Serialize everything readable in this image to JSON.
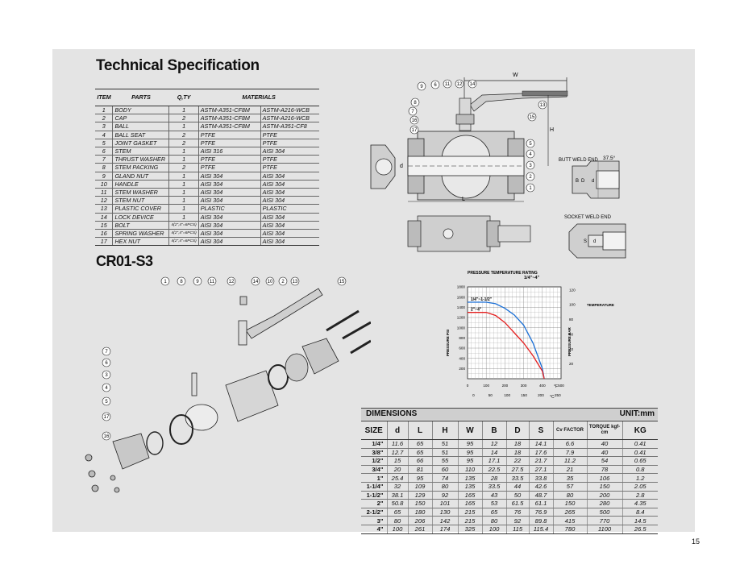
{
  "page": {
    "title": "Technical Specification",
    "model": "CR01-S3",
    "page_number": "15"
  },
  "parts_table": {
    "headers": [
      "ITEM",
      "PARTS",
      "Q,TY",
      "MATERIALS"
    ],
    "rows": [
      [
        "1",
        "BODY",
        "1",
        "ASTM-A351-CF8M",
        "ASTM-A216-WCB"
      ],
      [
        "2",
        "CAP",
        "2",
        "ASTM-A351-CF8M",
        "ASTM-A216-WCB"
      ],
      [
        "3",
        "BALL",
        "1",
        "ASTM-A351-CF8M",
        "ASTM-A351-CF8"
      ],
      [
        "4",
        "BALL SEAT",
        "2",
        "PTFE",
        "PTFE"
      ],
      [
        "5",
        "JOINT GASKET",
        "2",
        "PTFE",
        "PTFE"
      ],
      [
        "6",
        "STEM",
        "1",
        "AISI 316",
        "AISI 304"
      ],
      [
        "7",
        "THRUST WASHER",
        "1",
        "PTFE",
        "PTFE"
      ],
      [
        "8",
        "STEM PACKING",
        "2",
        "PTFE",
        "PTFE"
      ],
      [
        "9",
        "GLAND NUT",
        "1",
        "AISI 304",
        "AISI 304"
      ],
      [
        "10",
        "HANDLE",
        "1",
        "AISI 304",
        "AISI 304"
      ],
      [
        "11",
        "STEM WASHER",
        "1",
        "AISI 304",
        "AISI 304"
      ],
      [
        "12",
        "STEM NUT",
        "1",
        "AISI 304",
        "AISI 304"
      ],
      [
        "13",
        "PLASTIC COVER",
        "1",
        "PLASTIC",
        "PLASTIC"
      ],
      [
        "14",
        "LOCK DEVICE",
        "1",
        "AISI 304",
        "AISI 304"
      ],
      [
        "15",
        "BOLT",
        "4(2\",4\"=6PCS)",
        "AISI 304",
        "AISI 304"
      ],
      [
        "16",
        "SPRING WASHER",
        "4(2\",4\"=6PCS)",
        "AISI 304",
        "AISI 304"
      ],
      [
        "17",
        "HEX NUT",
        "4(2\",4\"=6PCS)",
        "AISI 304",
        "AISI 304"
      ]
    ]
  },
  "exploded_view": {
    "callouts_top": [
      "1",
      "8",
      "9",
      "11",
      "12",
      "14",
      "10",
      "2",
      "13",
      "15"
    ],
    "callouts_left": [
      "7",
      "6",
      "3",
      "4",
      "5",
      "17",
      "16"
    ]
  },
  "section_view": {
    "callouts": [
      "9",
      "6",
      "11",
      "12",
      "14",
      "8",
      "7",
      "16",
      "17",
      "13",
      "15",
      "5",
      "4",
      "3",
      "2",
      "1"
    ],
    "dim_labels": {
      "w": "W",
      "h": "H",
      "d": "d",
      "l": "L"
    },
    "butt_weld": {
      "label": "BUTT WELD END",
      "angle": "37.5°",
      "b": "B",
      "d": "d",
      "d_cap": "D"
    },
    "socket_weld": {
      "label": "SOCKET WELD END",
      "s": "S",
      "d": "d"
    }
  },
  "chart_data": {
    "type": "line",
    "title": "PRESSURE TEMPERATURE RATING",
    "series": [
      {
        "name": "1/4\"~1-1/2\"",
        "x": [
          0,
          100,
          150,
          200,
          250,
          300,
          350,
          400,
          410
        ],
        "y": [
          1500,
          1500,
          1470,
          1380,
          1250,
          1050,
          700,
          200,
          0
        ]
      },
      {
        "name": "2\"~4\"",
        "x": [
          0,
          100,
          150,
          200,
          250,
          300,
          350,
          400,
          410
        ],
        "y": [
          1300,
          1300,
          1240,
          1100,
          900,
          700,
          450,
          150,
          0
        ]
      }
    ],
    "header_range": "1/4\"~4\"",
    "xlabel_top": "°F",
    "xlabel_bottom": "°C",
    "xticks_f": [
      "0",
      "100",
      "200",
      "300",
      "400",
      "500"
    ],
    "xticks_c": [
      "0",
      "50",
      "100",
      "150",
      "200",
      "250"
    ],
    "ylabel_left": "PRESSURE PSI",
    "ylabel_right": "PRESSURE BAR",
    "yticks_psi": [
      "200",
      "400",
      "600",
      "800",
      "1000",
      "1200",
      "1400",
      "1600",
      "1800"
    ],
    "yticks_bar": [
      "20",
      "40",
      "60",
      "80",
      "100",
      "120"
    ],
    "right_label": "TEMPERATURE",
    "xlim": [
      0,
      500
    ],
    "ylim": [
      0,
      1800
    ],
    "grid": true,
    "colors": [
      "#1a6fd6",
      "#e41e1e"
    ]
  },
  "dimensions": {
    "title": "DIMENSIONS",
    "unit": "UNIT:mm",
    "headers": [
      "SIZE",
      "d",
      "L",
      "H",
      "W",
      "B",
      "D",
      "S",
      "Cv FACTOR",
      "TORQUE kgf-cm",
      "KG"
    ],
    "rows": [
      [
        "1/4\"",
        "11.6",
        "65",
        "51",
        "95",
        "12",
        "18",
        "14.1",
        "6.6",
        "40",
        "0.41"
      ],
      [
        "3/8\"",
        "12.7",
        "65",
        "51",
        "95",
        "14",
        "18",
        "17.6",
        "7.9",
        "40",
        "0.41"
      ],
      [
        "1/2\"",
        "15",
        "66",
        "55",
        "95",
        "17.1",
        "22",
        "21.7",
        "11.2",
        "54",
        "0.65"
      ],
      [
        "3/4\"",
        "20",
        "81",
        "60",
        "110",
        "22.5",
        "27.5",
        "27.1",
        "21",
        "78",
        "0.8"
      ],
      [
        "1\"",
        "25.4",
        "95",
        "74",
        "135",
        "28",
        "33.5",
        "33.8",
        "35",
        "106",
        "1.2"
      ],
      [
        "1-1/4\"",
        "32",
        "109",
        "80",
        "135",
        "33.5",
        "44",
        "42.6",
        "57",
        "150",
        "2.05"
      ],
      [
        "1-1/2\"",
        "38.1",
        "129",
        "92",
        "165",
        "43",
        "50",
        "48.7",
        "80",
        "200",
        "2.8"
      ],
      [
        "2\"",
        "50.8",
        "150",
        "101",
        "165",
        "53",
        "61.5",
        "61.1",
        "150",
        "280",
        "4.35"
      ],
      [
        "2-1/2\"",
        "65",
        "180",
        "130",
        "215",
        "65",
        "76",
        "76.9",
        "265",
        "500",
        "8.4"
      ],
      [
        "3\"",
        "80",
        "206",
        "142",
        "215",
        "80",
        "92",
        "89.8",
        "415",
        "770",
        "14.5"
      ],
      [
        "4\"",
        "100",
        "261",
        "174",
        "325",
        "100",
        "115",
        "115.4",
        "780",
        "1100",
        "26.5"
      ]
    ]
  }
}
